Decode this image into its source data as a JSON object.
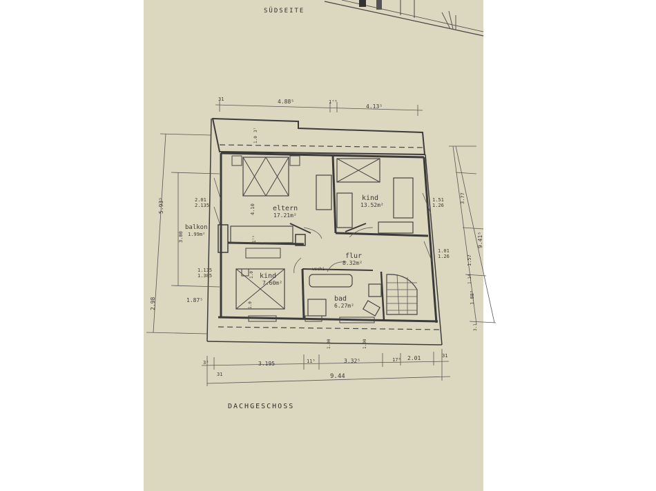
{
  "headings": {
    "elevation": "SÜDSEITE",
    "floor": "DACHGESCHOSS"
  },
  "rooms": {
    "eltern": {
      "name": "eltern",
      "area": "17.21m²"
    },
    "kind_right": {
      "name": "kind",
      "area": "13.52m²"
    },
    "kind_left": {
      "name": "kind",
      "area": "7.60m²"
    },
    "flur": {
      "name": "flur",
      "area": "8.32m²"
    },
    "bad": {
      "name": "bad",
      "area": "6.27m²"
    },
    "balkon": {
      "name": "balkon",
      "area": "1.99m²"
    }
  },
  "labels": {
    "wasch": "wschi"
  },
  "dims_top": {
    "d1": "31",
    "d2": "4.88⁵",
    "d3": "1⁷⁵",
    "d4": "4.13⁵"
  },
  "dims_bottom": {
    "b1": "3⁵",
    "b2": "31",
    "b3": "3.195",
    "b4": "11⁵",
    "b5": "3.32⁵",
    "b6": "17⁵",
    "b7": "2.01",
    "b8": "31",
    "total": "9.44"
  },
  "dims_left": {
    "l_outer": "5.93⁵",
    "l_bottom": "2.98",
    "l_mid": "3.00",
    "l_win_a1": "2.01",
    "l_win_a2": "2.135",
    "l_win_b1": "1.135",
    "l_win_b2": "1.385",
    "l_small": "1.87⁵"
  },
  "dims_right": {
    "r_total": "9.41⁵",
    "r1": "3.77",
    "r2": "1.57",
    "r3": "1.88⁵",
    "r4": "1.14",
    "r5": "3.1",
    "r_win_a1": "1.51",
    "r_win_a2": "1.26",
    "r_win_b1": "1.01",
    "r_win_b2": "1.26"
  },
  "dims_inner": {
    "i1": "1.0",
    "i2": "3⁷",
    "i3": "4.10",
    "i4": "1⁷⁵",
    "i5": "1.0",
    "i6": "1.0",
    "i7": "1.00",
    "i8": "1.00"
  }
}
